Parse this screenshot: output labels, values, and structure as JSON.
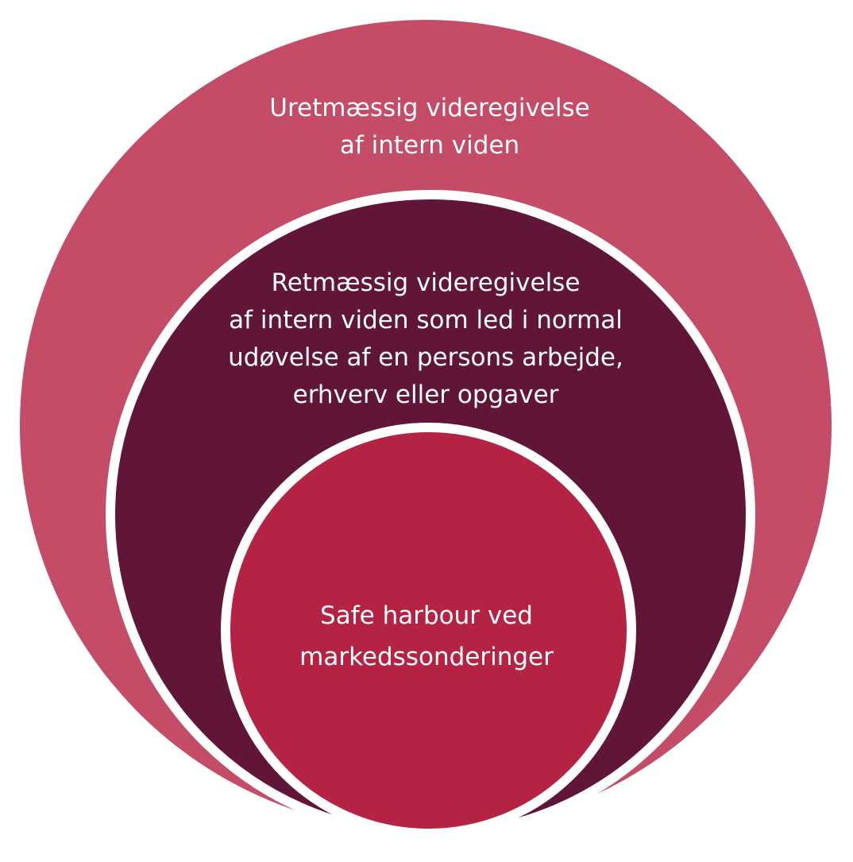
{
  "diagram": {
    "type": "nested-circles",
    "colors": {
      "outer": "#c44c67",
      "middle": "#611637",
      "inner": "#b42244",
      "stroke": "#ffffff",
      "text": "#ffffff"
    },
    "outer": {
      "label_lines": [
        "Uretmæssig videregivelse",
        "af intern viden"
      ]
    },
    "middle": {
      "label_lines": [
        "Retmæssig videregivelse",
        "af intern viden som led i normal",
        "udøvelse af en persons arbejde,",
        "erhverv eller opgaver"
      ]
    },
    "inner": {
      "label_lines": [
        "Safe harbour ved",
        "markedssonderinger"
      ]
    }
  }
}
